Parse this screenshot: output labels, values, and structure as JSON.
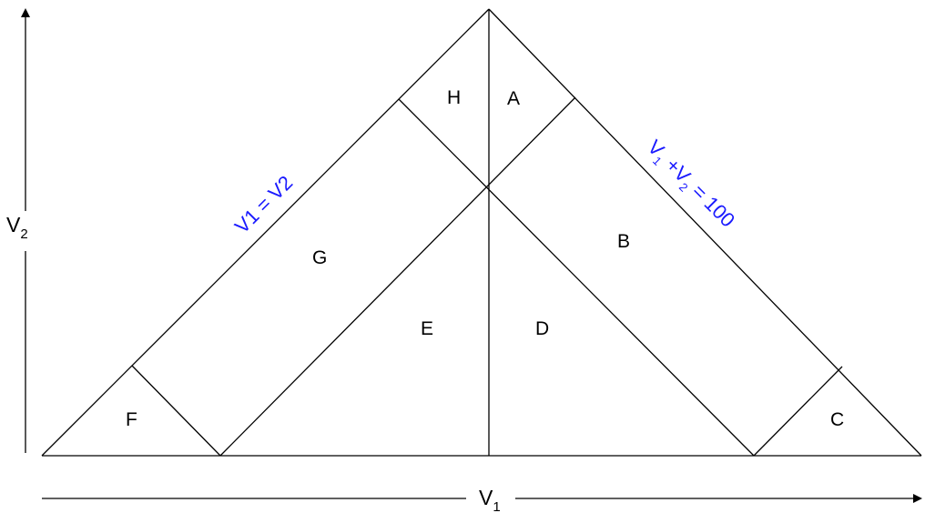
{
  "colors": {
    "lines": "#000000",
    "equations": "#1a1aff",
    "background": "#ffffff"
  },
  "axes": {
    "x_label_main": "V",
    "x_label_sub": "1",
    "y_label_main": "V",
    "y_label_sub": "2"
  },
  "equations": {
    "left_edge": "V1 = V2",
    "right_edge_v": "V",
    "right_edge_v_sub": "1",
    "right_edge_plus": " +V",
    "right_edge_v2_sub": "2",
    "right_edge_tail": " = 100"
  },
  "regions": {
    "a": "A",
    "b": "B",
    "c": "C",
    "d": "D",
    "e": "E",
    "f": "F",
    "g": "G",
    "h": "H"
  }
}
